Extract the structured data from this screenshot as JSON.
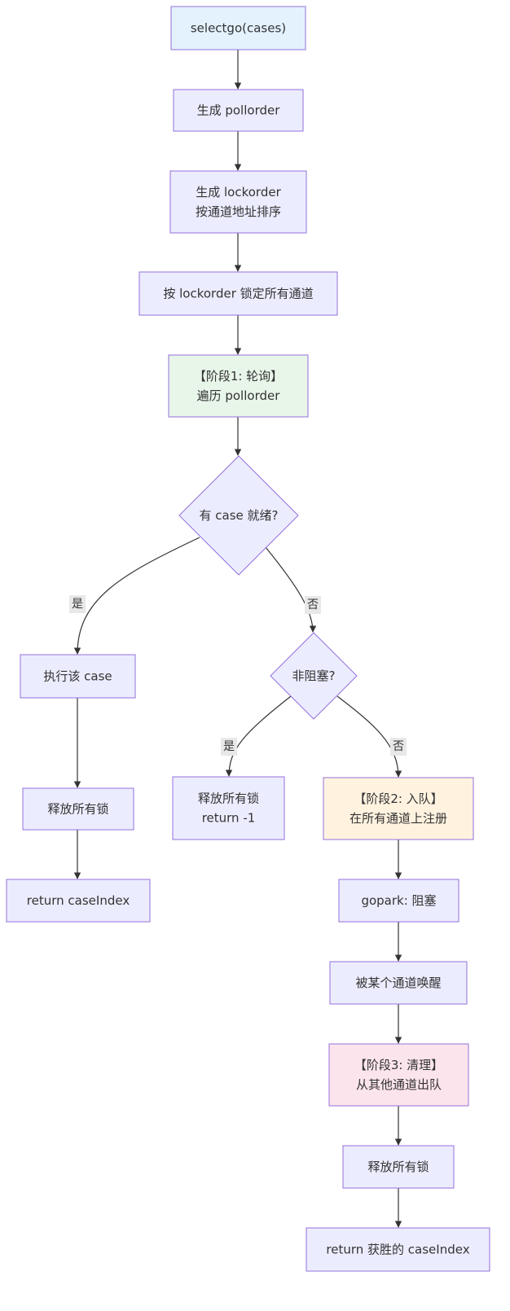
{
  "colors": {
    "default_fill": "#ECECFF",
    "default_stroke": "#9370DB",
    "phase1_fill": "#E8F5E9",
    "phase2_fill": "#FFF3E0",
    "phase3_fill": "#FCE4EC",
    "start_fill": "#E3F2FD",
    "edge": "#333333",
    "edge_label_bg": "#E8E8E8"
  },
  "nodes": {
    "start": {
      "lines": [
        "selectgo(cases)"
      ]
    },
    "gen_pollorder": {
      "lines": [
        "生成 pollorder"
      ]
    },
    "gen_lockorder": {
      "lines": [
        "生成 lockorder",
        "按通道地址排序"
      ]
    },
    "lock_all": {
      "lines": [
        "按 lockorder 锁定所有通道"
      ]
    },
    "phase1": {
      "lines": [
        "【阶段1: 轮询】",
        "遍历 pollorder"
      ]
    },
    "case_ready": {
      "lines": [
        "有 case 就绪?"
      ]
    },
    "exec_case": {
      "lines": [
        "执行该 case"
      ]
    },
    "unlock_a": {
      "lines": [
        "释放所有锁"
      ]
    },
    "return_a": {
      "lines": [
        "return caseIndex"
      ]
    },
    "nonblock": {
      "lines": [
        "非阻塞?"
      ]
    },
    "return_neg": {
      "lines": [
        "释放所有锁",
        "return -1"
      ]
    },
    "phase2": {
      "lines": [
        "【阶段2: 入队】",
        "在所有通道上注册"
      ]
    },
    "gopark": {
      "lines": [
        "gopark: 阻塞"
      ]
    },
    "woken": {
      "lines": [
        "被某个通道唤醒"
      ]
    },
    "phase3": {
      "lines": [
        "【阶段3: 清理】",
        "从其他通道出队"
      ]
    },
    "unlock_b": {
      "lines": [
        "释放所有锁"
      ]
    },
    "return_b": {
      "lines": [
        "return 获胜的 caseIndex"
      ]
    }
  },
  "edge_labels": {
    "ready_yes": "是",
    "ready_no": "否",
    "nonblock_yes": "是",
    "nonblock_no": "否"
  }
}
